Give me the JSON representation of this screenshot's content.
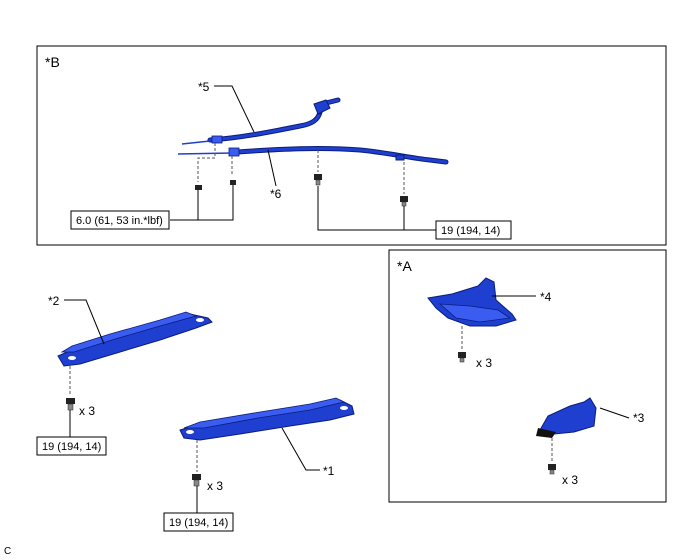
{
  "panels": {
    "b": {
      "label": "*B"
    },
    "a": {
      "label": "*A"
    }
  },
  "callouts": {
    "c1": "*1",
    "c2": "*2",
    "c3": "*3",
    "c4": "*4",
    "c5": "*5",
    "c6": "*6"
  },
  "torque": {
    "small": "6.0 (61, 53 in.*lbf)",
    "b_right": "19 (194, 14)",
    "part2": "19 (194, 14)",
    "part1": "19 (194, 14)"
  },
  "quantities": {
    "q2": "x 3",
    "q1": "x 3",
    "q4": "x 3",
    "q3": "x 3"
  },
  "footer": {
    "code": "C"
  },
  "colors": {
    "part_blue": "#1f3fd0",
    "outline": "#0b1d7a"
  }
}
